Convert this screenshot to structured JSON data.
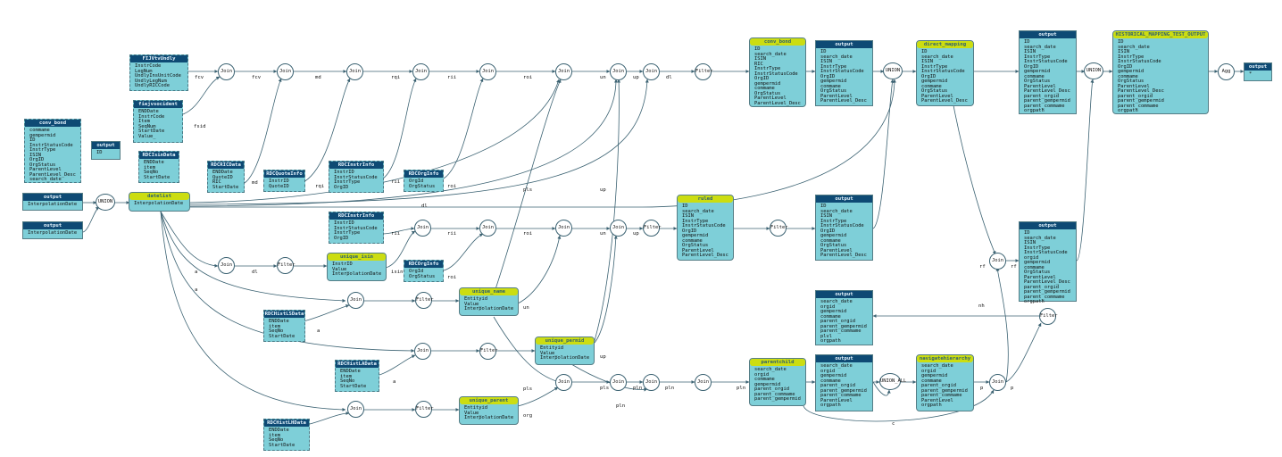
{
  "nodes": {
    "j_fcv": "Join",
    "j_fcv2": "Join",
    "j_md": "Join",
    "j_rqi": "Join",
    "j_rii": "Join",
    "j_roi": "Join",
    "j_un": "Join",
    "j_up": "Join",
    "f_dl": "Filter",
    "u_top": "UNION",
    "u_top2": "UNION",
    "agg": "Agg",
    "u_left": "UNION",
    "j_dl2": "Join",
    "f_dl2": "Filter",
    "j_mid_rii": "Join",
    "j_mid_roi": "Join",
    "j_mid_un": "Join",
    "f_mid": "Filter",
    "f_rule": "Filter",
    "j_a1": "Join",
    "f_a1": "Filter",
    "j_a2": "Join",
    "f_a2": "Filter",
    "j_a3": "Join",
    "f_a3": "Filter",
    "j_pls": "Join",
    "j_pls2": "Join",
    "j_pls3": "Join",
    "j_pln": "Join",
    "union_all": "UNION_ALL",
    "j_p": "Join",
    "f_nh": "Filter",
    "j_rf": "Join"
  },
  "edge_labels": {
    "fcv1": "fcv",
    "fcv2": "fcv",
    "fsid": "fsid",
    "md1": "md",
    "md2": "md",
    "rqi1": "rqi",
    "rqi2": "rqi",
    "rii1": "rii",
    "rii2": "rii",
    "roi1": "roi",
    "roi2": "roi",
    "un1": "un",
    "up1": "up",
    "dl1": "dl",
    "dl_mid": "dl",
    "rii3": "rii",
    "rii4": "rii",
    "roi3": "roi",
    "roi4": "roi",
    "un2": "un",
    "up2": "up",
    "dl3": "dl",
    "isin": "isin",
    "a1": "a",
    "a2": "a",
    "a3": "a",
    "a4": "a",
    "un3": "un",
    "up3": "up",
    "up4": "up",
    "pls1": "pls",
    "pls2": "pls",
    "pls3": "pls",
    "pln1": "pln",
    "pln2": "pln",
    "pln3": "pln",
    "org": "org",
    "p1": "p",
    "p2": "p",
    "c": "c",
    "nh": "nh",
    "rf1": "rf",
    "rf2": "rf"
  },
  "boxes": {
    "fijv": {
      "title": "FIJVtvUndly",
      "fields": [
        "InstrCode",
        "LegNum",
        "UndlyInsUnitCode",
        "UndlyLegNum",
        "UndlyRICCode"
      ]
    },
    "fiejv": {
      "title": "fiejvsocident",
      "fields": [
        "ENDDate",
        "InstrCode",
        "Item",
        "SeqNum",
        "StartDate",
        "Value_"
      ]
    },
    "conv_bond_left": {
      "title": "conv_bond",
      "fields": [
        "commame",
        "gempermid",
        "ID",
        "InstrStatusCode",
        "InstrType",
        "ISIN",
        "OrgID",
        "OrgStatus",
        "ParentLevel",
        "ParentLevel_Desc",
        "search_date"
      ]
    },
    "output_id": {
      "title": "output",
      "fields": [
        "ID"
      ]
    },
    "rdc_isin": {
      "title": "RDCIsinData",
      "fields": [
        "ENDDate",
        "item",
        "SeqNo",
        "StartDate"
      ]
    },
    "output_interp1": {
      "title": "output",
      "fields": [
        "InterpolationDate"
      ]
    },
    "output_interp2": {
      "title": "output",
      "fields": [
        "InterpolationDate"
      ]
    },
    "datelist": {
      "title": "datelist",
      "fields": [
        "InterpolationDate"
      ]
    },
    "rdc_ric": {
      "title": "RDCRICData",
      "fields": [
        "ENDDate",
        "QuoteID",
        "RIC",
        "StartDate"
      ]
    },
    "rdc_quote": {
      "title": "RDCQuoteInfo",
      "fields": [
        "InstrID",
        "QuoteID"
      ]
    },
    "rdc_instr1": {
      "title": "RDCInstrInfo",
      "fields": [
        "InstrID",
        "InstrStatusCode",
        "InstrType",
        "OrgID"
      ]
    },
    "rdc_org1": {
      "title": "RDCOrgInfo",
      "fields": [
        "OrgId",
        "OrgStatus"
      ]
    },
    "rdc_instr2": {
      "title": "RDCInstrInfo",
      "fields": [
        "InstrID",
        "InstrStatusCode",
        "InstrType",
        "OrgID"
      ]
    },
    "rdc_org2": {
      "title": "RDCOrgInfo",
      "fields": [
        "OrgId",
        "OrgStatus"
      ]
    },
    "unique_isin": {
      "title": "unique_isin",
      "fields": [
        "InstrID",
        "Value_",
        "InterpolationDate"
      ]
    },
    "unique_name": {
      "title": "unique_name",
      "fields": [
        "Entityid",
        "Value_",
        "InterpolationDate"
      ]
    },
    "unique_permid": {
      "title": "unique_permid",
      "fields": [
        "Entityid",
        "Value_",
        "InterpolationDate"
      ]
    },
    "unique_parent": {
      "title": "unique_parent",
      "fields": [
        "Entityid",
        "Value_",
        "InterpolationDate"
      ]
    },
    "rdc_hist_ls": {
      "title": "RDCHistLSData",
      "fields": [
        "ENDDate",
        "item",
        "SeqNo",
        "StartDate"
      ]
    },
    "rdc_hist_la": {
      "title": "RDCHistLAData",
      "fields": [
        "ENDDate",
        "item",
        "SeqNo",
        "StartDate"
      ]
    },
    "rdc_hist_lh": {
      "title": "RDCHistLHData",
      "fields": [
        "ENDDate",
        "item",
        "SeqNo",
        "StartDate"
      ]
    },
    "conv_bond_top": {
      "title": "conv_bond",
      "fields": [
        "ID",
        "search_date",
        "ISIN",
        "RIC",
        "InstrType",
        "InstrStatusCode",
        "OrgID",
        "gempermid",
        "commame",
        "OrgStatus",
        "ParentLevel",
        "ParentLevel_Desc"
      ]
    },
    "output_top": {
      "title": "output",
      "fields": [
        "ID",
        "search_date",
        "ISIN",
        "InstrType",
        "InstrStatusCode",
        "OrgID",
        "gempermid",
        "commame",
        "OrgStatus",
        "ParentLevel",
        "ParentLevel_Desc"
      ]
    },
    "direct_mapping": {
      "title": "direct_mapping",
      "fields": [
        "ID",
        "search_date",
        "ISIN",
        "InstrType",
        "InstrStatusCode",
        "OrgID",
        "gempermid",
        "commame",
        "OrgStatus",
        "ParentLevel",
        "ParentLevel_Desc"
      ]
    },
    "output_top2": {
      "title": "output",
      "fields": [
        "ID",
        "search_date",
        "ISIN",
        "InstrType",
        "InstrStatusCode",
        "OrgID",
        "gempermid",
        "commame",
        "OrgStatus",
        "ParentLevel",
        "ParentLevel_Desc",
        "parent_orgid",
        "parent_gempermid",
        "parent_commame",
        "orgpath"
      ]
    },
    "hist_map_out": {
      "title": "HISTORICAL_MAPPING_TEST_OUTPUT",
      "fields": [
        "ID",
        "search_date",
        "ISIN",
        "InstrType",
        "InstrStatusCode",
        "OrgID",
        "gempermid",
        "commame",
        "OrgStatus",
        "ParentLevel",
        "ParentLevel_Desc",
        "parent_orgid",
        "parent_gempermid",
        "parent_commame",
        "orgpath"
      ]
    },
    "output_star": {
      "title": "output",
      "fields": [
        "*"
      ]
    },
    "ruled": {
      "title": "ruled",
      "fields": [
        "ID",
        "search_date",
        "ISIN",
        "InstrType",
        "InstrStatusCode",
        "OrgID",
        "gempermid",
        "commame",
        "OrgStatus",
        "ParentLevel",
        "ParentLevel_Desc"
      ]
    },
    "output_mid": {
      "title": "output",
      "fields": [
        "ID",
        "search_date",
        "ISIN",
        "InstrType",
        "InstrStatusCode",
        "OrgID",
        "gempermid",
        "commame",
        "OrgStatus",
        "ParentLevel",
        "ParentLevel_Desc"
      ]
    },
    "output_right_mid": {
      "title": "output",
      "fields": [
        "ID",
        "search_date",
        "ISIN",
        "InstrType",
        "InstrStatusCode",
        "orgid",
        "gempermid",
        "commame",
        "OrgStatus",
        "ParentLevel",
        "ParentLevel_Desc",
        "parent_orgid",
        "parent_gempermid",
        "parent_commame",
        "orgpath"
      ]
    },
    "output_pc1": {
      "title": "output",
      "fields": [
        "search_date",
        "orgid",
        "gempermid",
        "commame",
        "parent_orgid",
        "parent_gempermid",
        "parent_commame",
        "plvl",
        "orgpath"
      ]
    },
    "parentchild": {
      "title": "parentchild",
      "fields": [
        "search_date",
        "orgid",
        "commame",
        "gempermid",
        "parent_orgid",
        "parent_commame",
        "parent_gempermid"
      ]
    },
    "output_pc2": {
      "title": "output",
      "fields": [
        "search_date",
        "orgid",
        "gempermid",
        "commame",
        "parent_orgid",
        "parent_gempermid",
        "parent_commame",
        "ParentLevel",
        "orgpath"
      ]
    },
    "navigatehierarchy": {
      "title": "navigatehierarchy",
      "fields": [
        "search_date",
        "orgid",
        "gempermid",
        "commame",
        "parent_orgid",
        "parent_gempermid",
        "parent_commame",
        "ParentLevel",
        "orgpath"
      ]
    }
  }
}
